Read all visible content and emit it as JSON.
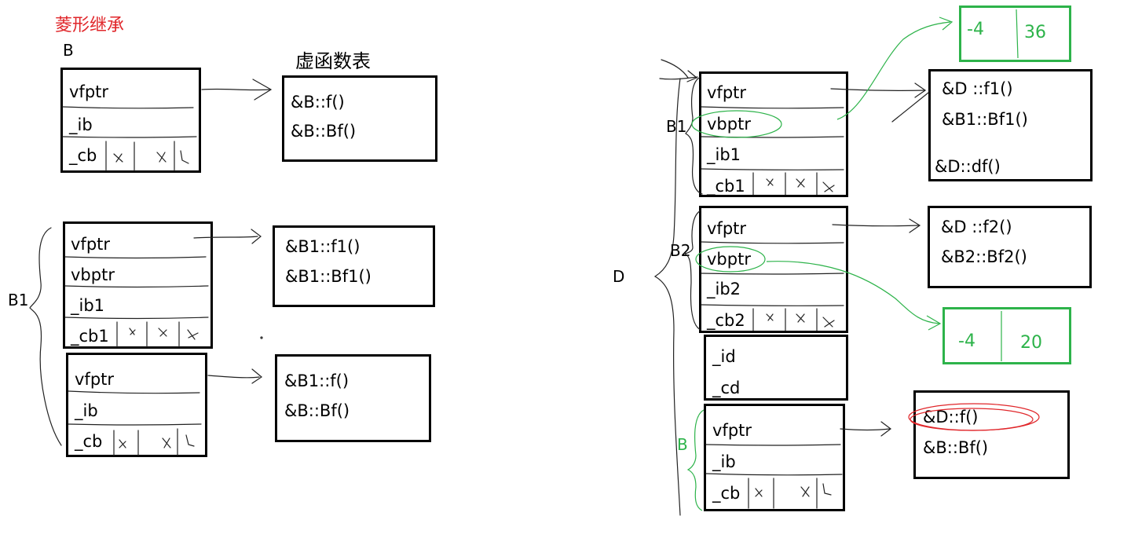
{
  "title": "菱形继承",
  "vtable_heading": "虚函数表",
  "left": {
    "B": {
      "label": "B",
      "fields": [
        "vfptr",
        "_ib",
        "_cb"
      ],
      "vtable": [
        "&B::f()",
        "&B::Bf()"
      ]
    },
    "B1": {
      "label": "B1",
      "fields": [
        "vfptr",
        "vbptr",
        "_ib1",
        "_cb1"
      ],
      "vtable": [
        "&B1::f1()",
        "&B1::Bf1()"
      ]
    },
    "B1_base_B": {
      "fields": [
        "vfptr",
        "_ib",
        "_cb"
      ],
      "vtable": [
        "&B1::f()",
        "&B::Bf()"
      ]
    }
  },
  "right": {
    "D": {
      "label": "D"
    },
    "B1": {
      "label": "B1",
      "fields": [
        "vfptr",
        "vbptr",
        "_ib1",
        "_cb1"
      ],
      "vtable": [
        "&D ::f1()",
        "&B1::Bf1()",
        "&D::df()"
      ],
      "vbtable": [
        "-4",
        "36"
      ]
    },
    "B2": {
      "label": "B2",
      "fields": [
        "vfptr",
        "vbptr",
        "_ib2",
        "_cb2"
      ],
      "vtable": [
        "&D ::f2()",
        "&B2::Bf2()"
      ],
      "vbtable": [
        "-4",
        "20"
      ]
    },
    "D_own": {
      "fields": [
        "_id",
        "_cd"
      ]
    },
    "B": {
      "label": "B",
      "fields": [
        "vfptr",
        "_ib",
        "_cb"
      ],
      "vtable": [
        "&D::f()",
        "&B::Bf()"
      ]
    }
  },
  "colors": {
    "ink": "#000000",
    "title": "#e0262a",
    "vbtable": "#2db34a",
    "highlight": "#e0262a"
  }
}
